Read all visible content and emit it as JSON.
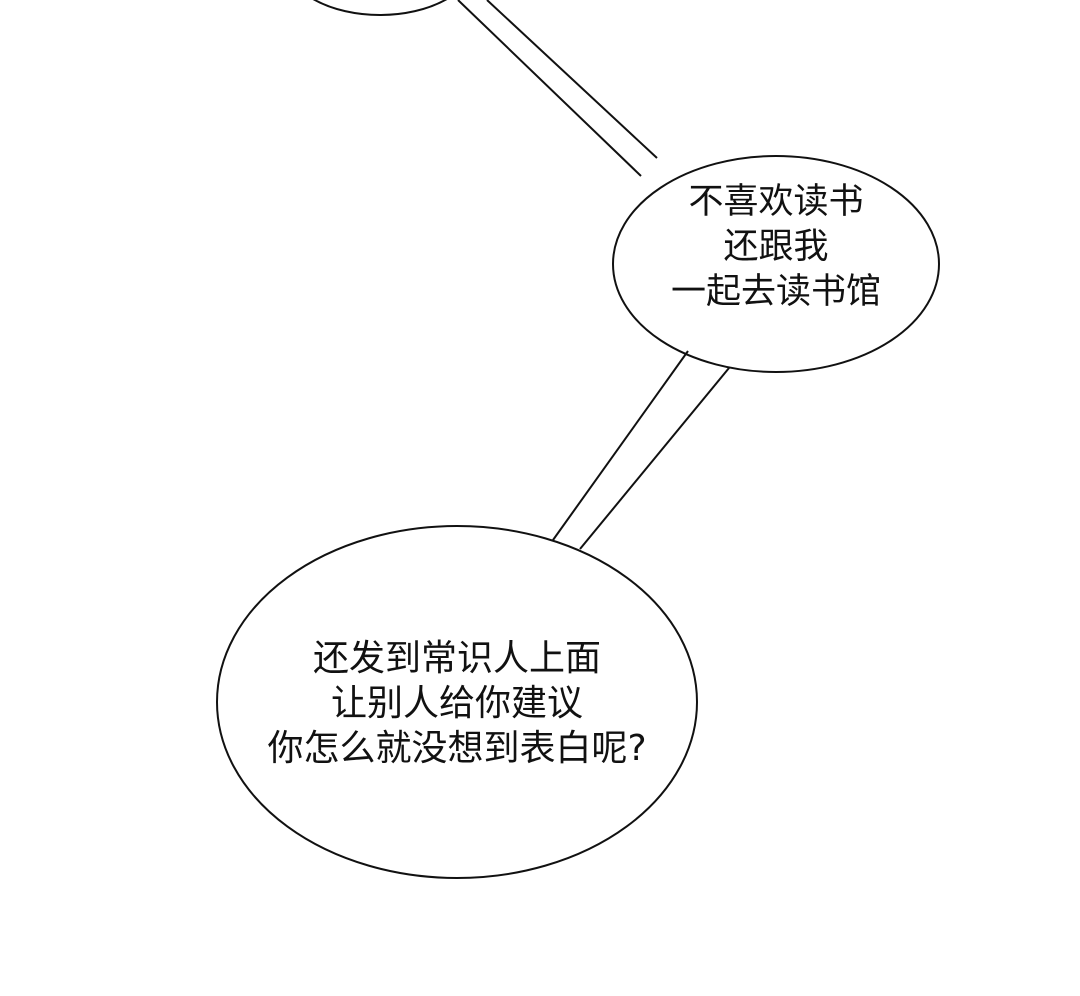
{
  "bubbles": [
    {
      "lines": [
        "不喜欢读书",
        "还跟我",
        "一起去读书馆"
      ]
    },
    {
      "lines": [
        "还发到常识人上面",
        "让别人给你建议",
        "你怎么就没想到表白呢?"
      ]
    }
  ],
  "colors": {
    "stroke": "#111111",
    "background": "#ffffff"
  }
}
